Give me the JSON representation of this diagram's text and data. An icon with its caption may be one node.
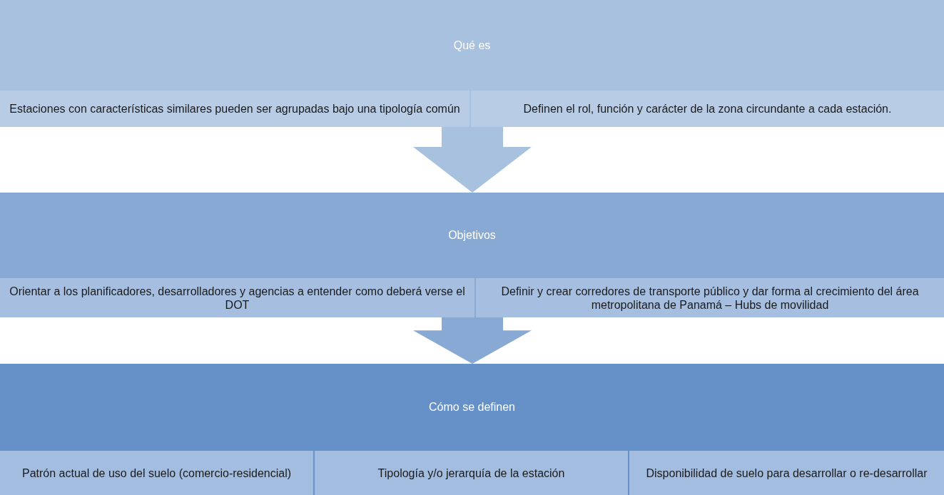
{
  "diagram": {
    "nodes": [
      {
        "text": [
          "Qué es"
        ]
      },
      {
        "text": [
          "Estaciones con características similares pueden ser agrupadas bajo una tipología común"
        ],
        "in": 0
      },
      {
        "text": [
          "Definen el rol, función y carácter de la zona circundante a cada estación."
        ],
        "in": 0
      },
      {
        "text": [
          "Objetivos"
        ]
      },
      {
        "text": [
          "Orientar a los planificadores, desarrolladores y agencias a entender como deberá verse el DOT"
        ],
        "in": 3
      },
      {
        "text": [
          "Definir y crear corredores de transporte público y dar forma al crecimiento del área metropolitana de Panamá – Hubs de movilidad"
        ],
        "in": 3
      },
      {
        "text": [
          "Cómo se definen"
        ]
      },
      {
        "text": [
          "Patrón actual de uso del suelo (comercio-residencial)"
        ],
        "in": 6
      },
      {
        "text": [
          "Tipología y/o jerarquía de la estación"
        ],
        "in": 6
      },
      {
        "text": [
          "Disponibilidad de suelo para desarrollar o re-desarrollar"
        ],
        "in": 6
      }
    ],
    "edges": [
      {
        "from": 0,
        "to": 3,
        "arrow": "to"
      },
      {
        "from": 3,
        "to": 6,
        "arrow": "to"
      }
    ]
  }
}
